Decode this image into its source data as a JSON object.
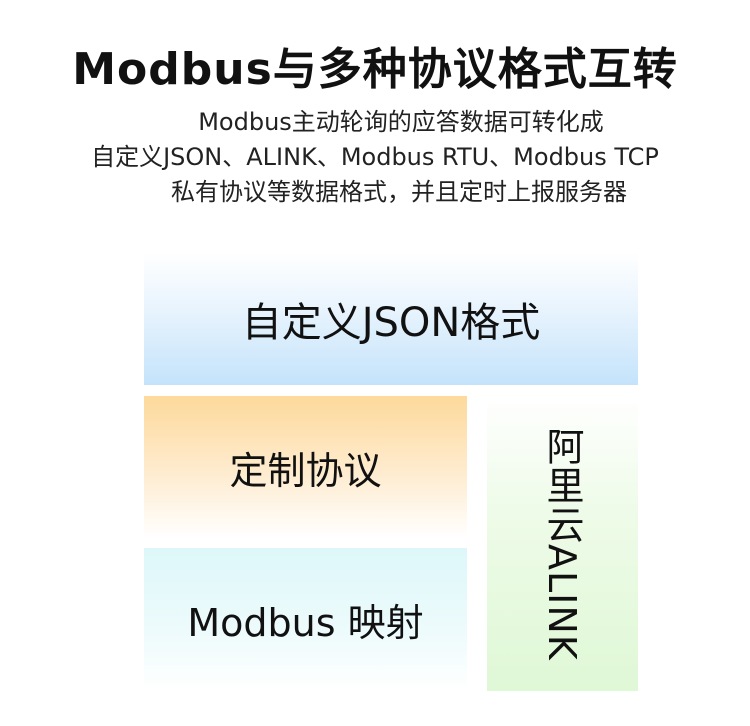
{
  "header": {
    "title": "Modbus与多种协议格式互转",
    "description_lines": [
      "Modbus主动轮询的应答数据可转化成",
      "自定义JSON、ALINK、Modbus RTU、Modbus TCP",
      "私有协议等数据格式，并且定时上报服务器"
    ]
  },
  "blocks": {
    "json_format": "自定义JSON格式",
    "custom_protocol": "定制协议",
    "modbus_mapping": "Modbus 映射",
    "aliyun_alink": "阿里云ALINK"
  },
  "colors": {
    "json_block": "#c4e3fb",
    "custom_block": "#fdd99b",
    "modbus_block": "#ddf7f9",
    "alink_block": "#dff8d6"
  }
}
